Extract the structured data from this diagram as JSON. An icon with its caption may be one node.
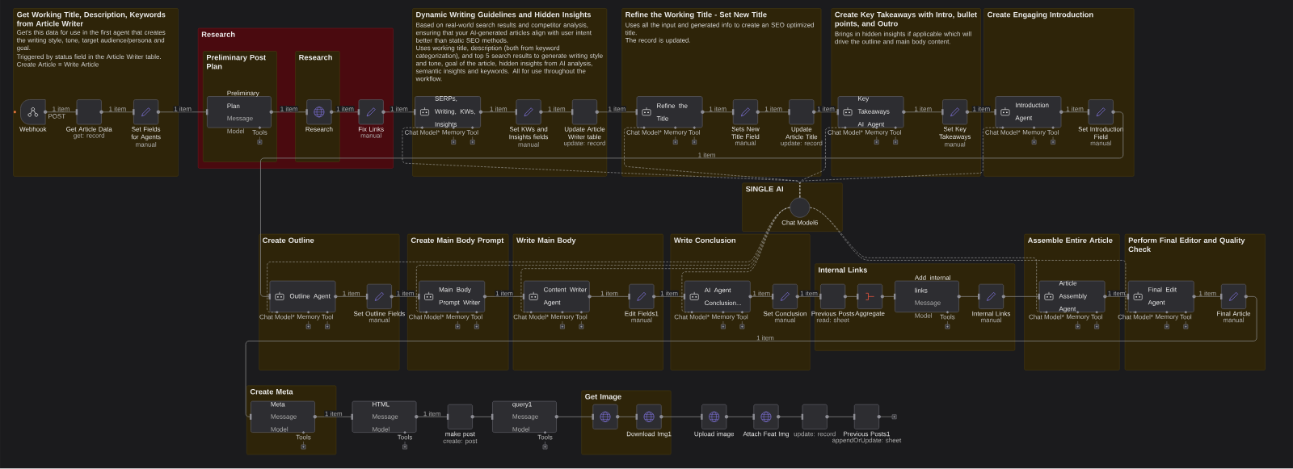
{
  "diagram": {
    "nodes": [
      {
        "text": [
          "Get Working Title, Description, Keywords from Article Writer",
          "Get's this data for use in the first agent that creates the writing style, tone, target audience/persona and goal.",
          "Triggered by status field in the Article Writer table. Create Article = Write Article"
        ]
      },
      {
        "text": [
          "Webhook"
        ],
        "in": 0,
        "beside": [
          "POST"
        ]
      },
      {
        "text": [
          "Get Article Data"
        ],
        "in": 0,
        "beside": [
          "get: record"
        ]
      },
      {
        "text": [
          "Set Fields for Agents"
        ],
        "in": 0,
        "beside": [
          "manual"
        ]
      },
      {
        "text": [
          "Research"
        ]
      },
      {
        "text": [
          "Preliminary Post Plan"
        ],
        "in": 4
      },
      {
        "text": [
          "Preliminary Plan",
          "Message Model"
        ],
        "in": 5,
        "beside": [
          "Tools"
        ]
      },
      {
        "text": [
          "Research"
        ],
        "in": 4
      },
      {
        "text": [
          "Research"
        ],
        "in": 7
      },
      {
        "text": [
          "Fix Links"
        ],
        "in": 4,
        "beside": [
          "manual"
        ]
      },
      {
        "text": [
          "Dynamic Writing Guidelines and Hidden Insights",
          "Based on real-world search results and competitor analysis, ensuring that your AI-generated articles align with user intent better than static SEO methods.",
          "Uses working title, description (both from keyword categorization), and top 5 search results to generate writing style and tone, goal of the article, hidden insights from AI analysis, semantic insights and keywords. All for use throughout the workflow."
        ]
      },
      {
        "text": [
          "SERPs, Writing, KWs, Insights"
        ],
        "in": 10,
        "beside": [
          "Chat Model*",
          "Memory",
          "Tool"
        ]
      },
      {
        "text": [
          "Set KWs and Insights fields"
        ],
        "in": 10,
        "beside": [
          "manual"
        ]
      },
      {
        "text": [
          "Update Article Writer table"
        ],
        "in": 10,
        "beside": [
          "update: record"
        ]
      },
      {
        "text": [
          "Refine the Working Title - Set New Title",
          "Uses all the input and generated info to create an SEO optimized title.",
          "The record is updated."
        ]
      },
      {
        "text": [
          "Refine the Title"
        ],
        "in": 14,
        "beside": [
          "Chat Model*",
          "Memory",
          "Tool"
        ]
      },
      {
        "text": [
          "Sets New Title Field"
        ],
        "in": 14,
        "beside": [
          "manual"
        ]
      },
      {
        "text": [
          "Update Article Title"
        ],
        "in": 14,
        "beside": [
          "update: record"
        ]
      },
      {
        "text": [
          "Create Key Takeaways with Intro, bullet points, and Outro",
          "Brings in hidden insights if applicable which will drive the outline and main body content."
        ]
      },
      {
        "text": [
          "Key Takeaways AI Agent"
        ],
        "in": 18,
        "beside": [
          "Chat Model*",
          "Memory",
          "Tool"
        ]
      },
      {
        "text": [
          "Set Key Takeaways"
        ],
        "in": 18,
        "beside": [
          "manual"
        ]
      },
      {
        "text": [
          "Create Engaging Introduction"
        ]
      },
      {
        "text": [
          "Introduction Agent"
        ],
        "in": 21,
        "beside": [
          "Chat Model*",
          "Memory",
          "Tool"
        ]
      },
      {
        "text": [
          "Set Introduction Field"
        ],
        "in": 21,
        "beside": [
          "manual"
        ]
      },
      {
        "text": [
          "SINGLE AI"
        ]
      },
      {
        "text": [
          "Chat Model6"
        ],
        "in": 24
      },
      {
        "text": [
          "Create Outline"
        ]
      },
      {
        "text": [
          "Outline Agent"
        ],
        "in": 26,
        "beside": [
          "Chat Model*",
          "Memory",
          "Tool"
        ]
      },
      {
        "text": [
          "Set Outline Fields"
        ],
        "in": 26,
        "beside": [
          "manual"
        ]
      },
      {
        "text": [
          "Create Main Body Prompt"
        ]
      },
      {
        "text": [
          "Main Body Prompt Writer"
        ],
        "in": 29,
        "beside": [
          "Chat Model*",
          "Memory",
          "Tool"
        ]
      },
      {
        "text": [
          "Write Main Body"
        ]
      },
      {
        "text": [
          "Content Writer Agent"
        ],
        "in": 31,
        "beside": [
          "Chat Model*",
          "Memory",
          "Tool"
        ]
      },
      {
        "text": [
          "Edit Fields1"
        ],
        "in": 31,
        "beside": [
          "manual"
        ]
      },
      {
        "text": [
          "Write Conclusion"
        ]
      },
      {
        "text": [
          "AI Agent Conclusion..."
        ],
        "in": 34,
        "beside": [
          "Chat Model*",
          "Memory",
          "Tool"
        ]
      },
      {
        "text": [
          "Set Conclusion"
        ],
        "in": 34,
        "beside": [
          "manual"
        ]
      },
      {
        "text": [
          "Internal Links"
        ]
      },
      {
        "text": [
          "Previous Posts"
        ],
        "in": 37,
        "beside": [
          "read: sheet"
        ]
      },
      {
        "text": [
          "Aggregate"
        ],
        "in": 37
      },
      {
        "text": [
          "Add internal links",
          "Message Model"
        ],
        "in": 37,
        "beside": [
          "Tools"
        ]
      },
      {
        "text": [
          "Internal Links"
        ],
        "in": 37,
        "beside": [
          "manual"
        ]
      },
      {
        "text": [
          "Assemble Entire Article"
        ]
      },
      {
        "text": [
          "Article Assembly Agent"
        ],
        "in": 42,
        "beside": [
          "Chat Model*",
          "Memory",
          "Tool"
        ]
      },
      {
        "text": [
          "Perform Final Editor and Quality Check"
        ]
      },
      {
        "text": [
          "Final Edit Agent"
        ],
        "in": 44,
        "beside": [
          "Chat Model*",
          "Memory",
          "Tool"
        ]
      },
      {
        "text": [
          "Final Article"
        ],
        "in": 44,
        "beside": [
          "manual"
        ]
      },
      {
        "text": [
          "Create Meta"
        ]
      },
      {
        "text": [
          "Meta",
          "Message Model"
        ],
        "in": 47,
        "beside": [
          "Tools"
        ]
      },
      {
        "text": [
          "HTML",
          "Message Model"
        ],
        "beside": [
          "Tools"
        ]
      },
      {
        "text": [
          "make post"
        ],
        "beside": [
          "create: post"
        ]
      },
      {
        "text": [
          "query1",
          "Message Model"
        ],
        "beside": [
          "Tools"
        ]
      },
      {
        "text": [
          "Get Image"
        ]
      },
      {
        "text": [],
        "shape": "box",
        "in": 52
      },
      {
        "text": [
          "Download Img1"
        ],
        "in": 52
      },
      {
        "text": [
          "Upload image"
        ]
      },
      {
        "text": [
          "Attach Feat Img"
        ]
      },
      {
        "text": [],
        "shape": "box",
        "beside": [
          "update: record"
        ]
      },
      {
        "text": [
          "Previous Posts1"
        ],
        "beside": [
          "appendOrUpdate: sheet"
        ]
      }
    ],
    "edges": [
      {
        "from": 1,
        "to": 2,
        "arrow": "none",
        "label": "1 item"
      },
      {
        "from": 2,
        "to": 3,
        "arrow": "none",
        "label": "1 item"
      },
      {
        "from": 3,
        "to": 6,
        "arrow": "none",
        "label": "1 item"
      },
      {
        "from": 6,
        "to": 8,
        "arrow": "none",
        "label": "1 item"
      },
      {
        "from": 8,
        "to": 9,
        "arrow": "none",
        "label": "1 item"
      },
      {
        "from": 9,
        "to": 11,
        "arrow": "none",
        "label": "1 item"
      },
      {
        "from": 11,
        "to": 12,
        "arrow": "none",
        "label": "1 item"
      },
      {
        "from": 12,
        "to": 13,
        "arrow": "none",
        "label": "1 item"
      },
      {
        "from": 13,
        "to": 15,
        "arrow": "none",
        "label": "1 item"
      },
      {
        "from": 15,
        "to": 16,
        "arrow": "none",
        "label": "1 item"
      },
      {
        "from": 16,
        "to": 17,
        "arrow": "none",
        "label": "1 item"
      },
      {
        "from": 17,
        "to": 19,
        "arrow": "none",
        "label": "1 item"
      },
      {
        "from": 19,
        "to": 20,
        "arrow": "none",
        "label": "1 item"
      },
      {
        "from": 20,
        "to": 22,
        "arrow": "none",
        "label": "1 item"
      },
      {
        "from": 22,
        "to": 23,
        "arrow": "none",
        "label": "1 item"
      },
      {
        "from": 23,
        "to": 27,
        "arrow": "none",
        "label": "1 item"
      },
      {
        "from": 27,
        "to": 28,
        "arrow": "none",
        "label": "1 item"
      },
      {
        "from": 28,
        "to": 30,
        "arrow": "none",
        "label": "1 item"
      },
      {
        "from": 30,
        "to": 32,
        "arrow": "none",
        "label": "1 item"
      },
      {
        "from": 32,
        "to": 33,
        "arrow": "none",
        "label": "1 item"
      },
      {
        "from": 33,
        "to": 35,
        "arrow": "none",
        "label": "1 item"
      },
      {
        "from": 35,
        "to": 36,
        "arrow": "none",
        "label": "1 item"
      },
      {
        "from": 36,
        "to": 38,
        "arrow": "none",
        "label": "1 item"
      },
      {
        "from": 38,
        "to": 39,
        "arrow": "none"
      },
      {
        "from": 39,
        "to": 40,
        "arrow": "none"
      },
      {
        "from": 40,
        "to": 41,
        "arrow": "none"
      },
      {
        "from": 41,
        "to": 43,
        "arrow": "none"
      },
      {
        "from": 43,
        "to": 45,
        "arrow": "none",
        "label": "1 item"
      },
      {
        "from": 45,
        "to": 46,
        "arrow": "none",
        "label": "1 item"
      },
      {
        "from": 46,
        "to": 48,
        "arrow": "none",
        "label": "1 item"
      },
      {
        "from": 48,
        "to": 49,
        "arrow": "none",
        "label": "1 item"
      },
      {
        "from": 49,
        "to": 50,
        "arrow": "none",
        "label": "1 item"
      },
      {
        "from": 50,
        "to": 51,
        "arrow": "none"
      },
      {
        "from": 51,
        "to": 53,
        "arrow": "none"
      },
      {
        "from": 53,
        "to": 54,
        "arrow": "none"
      },
      {
        "from": 54,
        "to": 55,
        "arrow": "none"
      },
      {
        "from": 55,
        "to": 56,
        "arrow": "none"
      },
      {
        "from": 56,
        "to": 57,
        "arrow": "none"
      },
      {
        "from": 57,
        "to": 58,
        "arrow": "none"
      },
      {
        "from": 25,
        "to": 11,
        "arrow": "none",
        "style": "dashed"
      },
      {
        "from": 25,
        "to": 15,
        "arrow": "none",
        "style": "dashed"
      },
      {
        "from": 25,
        "to": 19,
        "arrow": "none",
        "style": "dashed"
      },
      {
        "from": 25,
        "to": 22,
        "arrow": "none",
        "style": "dashed"
      },
      {
        "from": 25,
        "to": 27,
        "arrow": "none",
        "style": "dashed"
      },
      {
        "from": 25,
        "to": 30,
        "arrow": "none",
        "style": "dashed"
      },
      {
        "from": 25,
        "to": 32,
        "arrow": "none",
        "style": "dashed"
      },
      {
        "from": 25,
        "to": 35,
        "arrow": "none",
        "style": "dashed"
      },
      {
        "from": 25,
        "to": 43,
        "arrow": "none",
        "style": "dashed"
      },
      {
        "from": 25,
        "to": 45,
        "arrow": "none",
        "style": "dashed"
      }
    ]
  }
}
